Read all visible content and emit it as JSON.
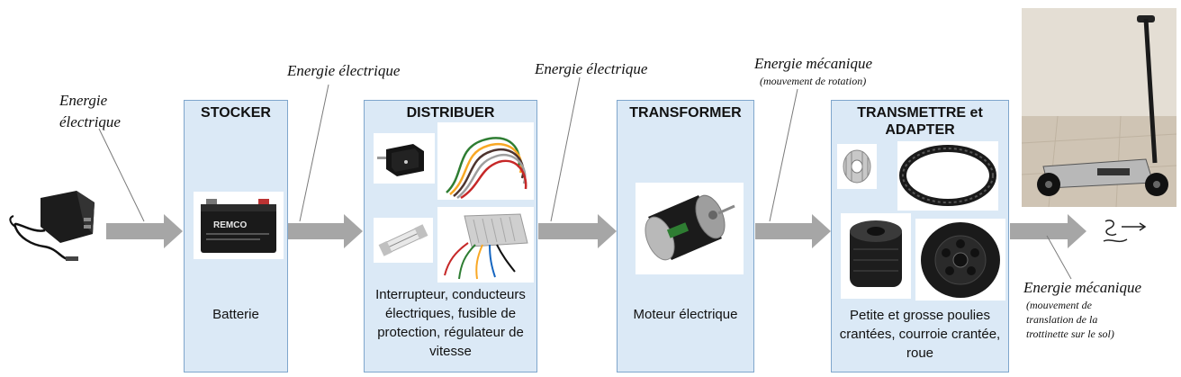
{
  "energy_labels": {
    "input": [
      "Energie",
      "électrique"
    ],
    "stocker_to_distribuer": "Energie électrique",
    "distribuer_to_transformer": "Energie électrique",
    "transformer_to_transmettre": "Energie mécanique",
    "transformer_to_transmettre_sub": "(mouvement de rotation)",
    "output": "Energie mécanique",
    "output_sub": [
      "(mouvement de",
      "translation de la",
      "trottinette sur le sol)"
    ]
  },
  "blocks": {
    "stocker": {
      "title": "STOCKER",
      "caption": "Batterie"
    },
    "distribuer": {
      "title": "DISTRIBUER",
      "caption": [
        "Interrupteur, conducteurs",
        "électriques, fusible de",
        "protection, régulateur de",
        "vitesse"
      ]
    },
    "transformer": {
      "title": "TRANSFORMER",
      "caption": "Moteur électrique"
    },
    "transmettre": {
      "title": [
        "TRANSMETTRE et",
        "ADAPTER"
      ],
      "caption": [
        "Petite et grosse poulies",
        "crantées, courroie crantée,",
        "roue"
      ]
    }
  },
  "battery_brand": "REMCO",
  "icons": [
    "charger-icon",
    "battery-icon",
    "switch-icon",
    "wires-icon",
    "fuse-icon",
    "speed-controller-icon",
    "motor-icon",
    "small-pulley-icon",
    "belt-icon",
    "large-pulley-icon",
    "wheel-icon",
    "scooter-icon",
    "motion-icon"
  ],
  "colors": {
    "box_fill": "#dbe9f6",
    "box_border": "#7fa6cc",
    "arrow": "#a6a6a6"
  }
}
